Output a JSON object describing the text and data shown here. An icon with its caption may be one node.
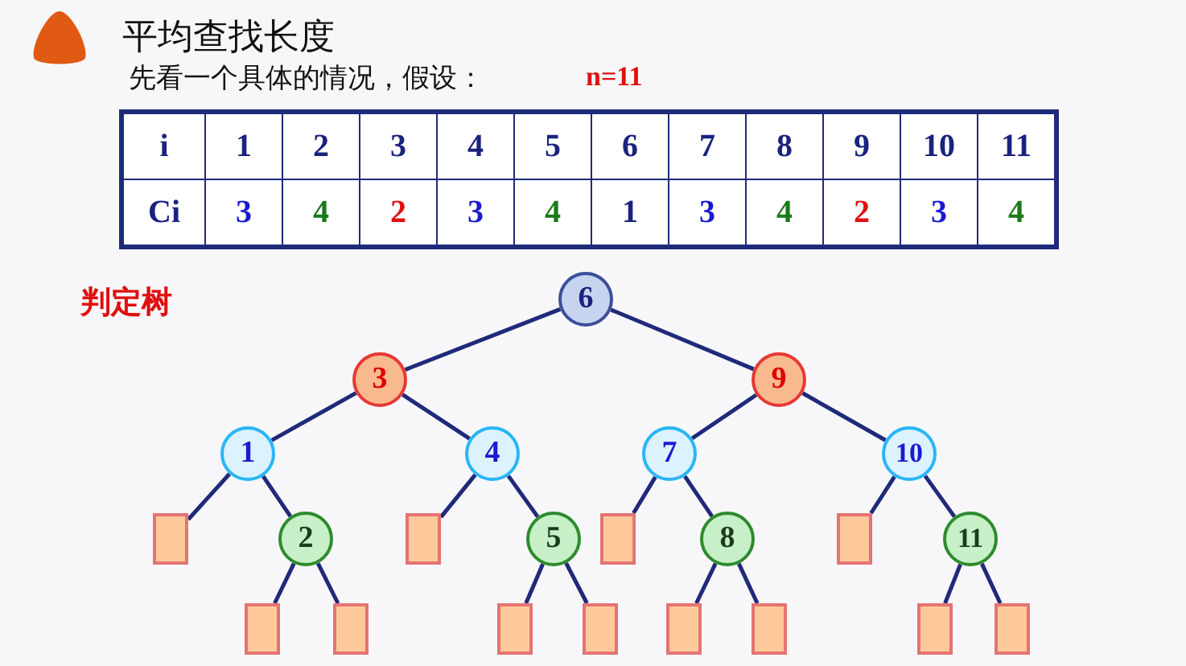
{
  "diagram": {
    "title": "平均查找长度",
    "nodes": [
      {
        "text": [
          "6"
        ]
      },
      {
        "text": [
          "3"
        ]
      },
      {
        "text": [
          "9"
        ]
      },
      {
        "text": [
          "1"
        ]
      },
      {
        "text": [
          "4"
        ]
      },
      {
        "text": [
          "7"
        ]
      },
      {
        "text": [
          "10"
        ]
      },
      {
        "text": [],
        "shape": "box"
      },
      {
        "text": [
          "2"
        ]
      },
      {
        "text": [],
        "shape": "box"
      },
      {
        "text": [
          "5"
        ]
      },
      {
        "text": [],
        "shape": "box"
      },
      {
        "text": [
          "8"
        ]
      },
      {
        "text": [],
        "shape": "box"
      },
      {
        "text": [
          "11"
        ]
      },
      {
        "text": [],
        "shape": "box"
      },
      {
        "text": [],
        "shape": "box"
      },
      {
        "text": [],
        "shape": "box"
      },
      {
        "text": [],
        "shape": "box"
      },
      {
        "text": [],
        "shape": "box"
      },
      {
        "text": [],
        "shape": "box"
      },
      {
        "text": [],
        "shape": "box"
      },
      {
        "text": [],
        "shape": "box"
      }
    ],
    "edges": [
      {
        "from": 0,
        "to": 1,
        "arrow": "none"
      },
      {
        "from": 0,
        "to": 2,
        "arrow": "none"
      },
      {
        "from": 1,
        "to": 3,
        "arrow": "none"
      },
      {
        "from": 1,
        "to": 4,
        "arrow": "none"
      },
      {
        "from": 2,
        "to": 5,
        "arrow": "none"
      },
      {
        "from": 2,
        "to": 6,
        "arrow": "none"
      },
      {
        "from": 3,
        "to": 7,
        "arrow": "none"
      },
      {
        "from": 3,
        "to": 8,
        "arrow": "none"
      },
      {
        "from": 4,
        "to": 9,
        "arrow": "none"
      },
      {
        "from": 4,
        "to": 10,
        "arrow": "none"
      },
      {
        "from": 5,
        "to": 11,
        "arrow": "none"
      },
      {
        "from": 5,
        "to": 12,
        "arrow": "none"
      },
      {
        "from": 6,
        "to": 13,
        "arrow": "none"
      },
      {
        "from": 6,
        "to": 14,
        "arrow": "none"
      },
      {
        "from": 8,
        "to": 15,
        "arrow": "none"
      },
      {
        "from": 8,
        "to": 16,
        "arrow": "none"
      },
      {
        "from": 10,
        "to": 17,
        "arrow": "none"
      },
      {
        "from": 10,
        "to": 18,
        "arrow": "none"
      },
      {
        "from": 12,
        "to": 19,
        "arrow": "none"
      },
      {
        "from": 12,
        "to": 20,
        "arrow": "none"
      },
      {
        "from": 14,
        "to": 21,
        "arrow": "none"
      },
      {
        "from": 14,
        "to": 22,
        "arrow": "none"
      }
    ],
    "labels": [
      "先看一个具体的情况，假设：",
      "n=11",
      "i",
      "1",
      "2",
      "3",
      "4",
      "5",
      "6",
      "7",
      "8",
      "9",
      "10",
      "11",
      "Ci",
      "3",
      "4",
      "2",
      "3",
      "4",
      "1",
      "3",
      "4",
      "2",
      "3",
      "4",
      "判定树"
    ]
  }
}
